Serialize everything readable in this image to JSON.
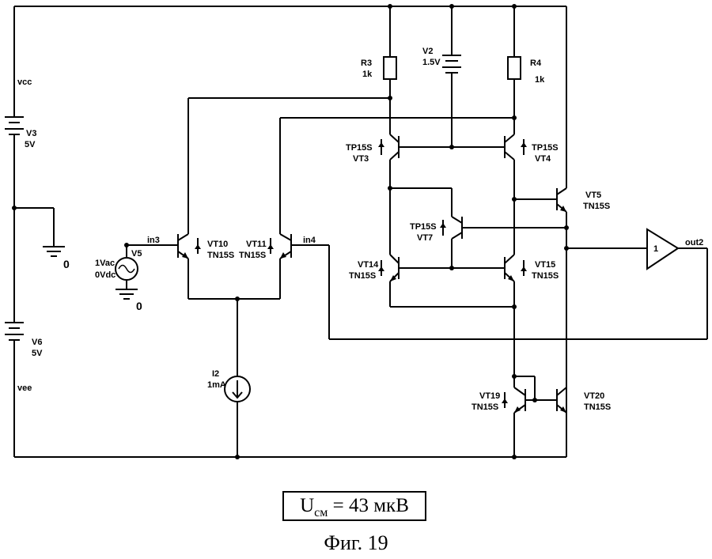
{
  "rails": {
    "vcc": "vcc",
    "vee": "vee"
  },
  "sources": {
    "v3": {
      "name": "V3",
      "value": "5V"
    },
    "v6": {
      "name": "V6",
      "value": "5V"
    },
    "v2": {
      "name": "V2",
      "value": "1.5V"
    },
    "v5": {
      "name": "V5",
      "ac": "1Vac",
      "dc": "0Vdc"
    },
    "i2": {
      "name": "I2",
      "value": "1mA"
    }
  },
  "grounds": {
    "g1": "0",
    "g2": "0"
  },
  "resistors": {
    "r3": {
      "name": "R3",
      "value": "1k"
    },
    "r4": {
      "name": "R4",
      "value": "1k"
    }
  },
  "transistors": {
    "vt3": {
      "type": "TP15S",
      "name": "VT3"
    },
    "vt4": {
      "type": "TP15S",
      "name": "VT4"
    },
    "vt5": {
      "name": "VT5",
      "type": "TN15S"
    },
    "vt7": {
      "type": "TP15S",
      "name": "VT7"
    },
    "vt10": {
      "name": "VT10",
      "type": "TN15S"
    },
    "vt11": {
      "name": "VT11",
      "type": "TN15S"
    },
    "vt14": {
      "name": "VT14",
      "type": "TN15S"
    },
    "vt15": {
      "name": "VT15",
      "type": "TN15S"
    },
    "vt19": {
      "name": "VT19",
      "type": "TN15S"
    },
    "vt20": {
      "name": "VT20",
      "type": "TN15S"
    }
  },
  "nets": {
    "in3": "in3",
    "in4": "in4",
    "out2": "out2"
  },
  "buffer": {
    "gain": "1"
  },
  "caption": {
    "symbol": "U",
    "subscript": "см",
    "equals": " = 43 мкВ"
  },
  "figure_title": "Фиг. 19"
}
